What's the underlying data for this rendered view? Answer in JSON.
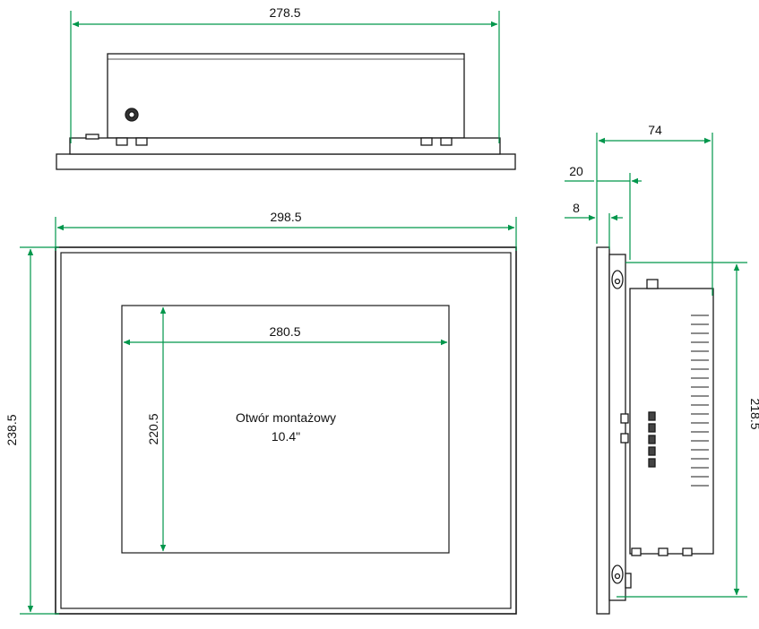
{
  "colors": {
    "dimension": "#00964b",
    "outline": "#1a1a1a",
    "accent": "#3030a0"
  },
  "top_view": {
    "width_label": "278.5"
  },
  "front_view": {
    "width_label": "298.5",
    "height_label": "238.5",
    "cutout_width_label": "280.5",
    "cutout_height_label": "220.5",
    "cutout_title": "Otwór montażowy",
    "cutout_size": "10.4\""
  },
  "side_view": {
    "depth_label": "74",
    "offset20_label": "20",
    "offset8_label": "8",
    "height_label": "218.5"
  }
}
